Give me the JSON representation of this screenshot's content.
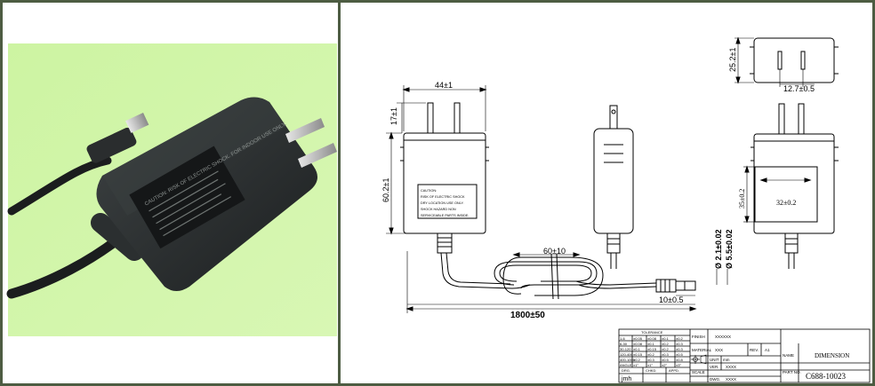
{
  "photo": {
    "background_color": "#c8f29a",
    "product_label": "CAUTION: RISK OF ELECTRIC SHOCK. FOR INDOOR USE ONLY."
  },
  "drawing": {
    "dims": {
      "width": "44±1",
      "prong_len": "17±1",
      "height": "60.2±1",
      "top_depth": "25.2±1",
      "prong_spacing": "12.7±0.5",
      "label_w": "32±0.2",
      "label_h": "35±0.2",
      "coil": "60±10",
      "cord": "1800±50",
      "plug_len": "10±0.5",
      "plug_id": "Ø 2.1±0.02",
      "plug_od": "Ø 5.5±0.02"
    },
    "caution_lines": [
      "CAUTION:",
      "RISK OF ELECTRIC SHOCK",
      "DRY LOCATION USE ONLY.",
      "SHOCK HAZARD NON",
      "SERVICEABLE PARTS INSIDE."
    ],
    "title_block": {
      "tolerance_header": "TOLERANCE",
      "tol_rows": [
        [
          "1-6",
          "±0.05",
          "±0.08",
          "±0.1",
          "±0.2"
        ],
        [
          "6-30",
          "±0.08",
          "±0.1",
          "±0.2",
          "±0.3"
        ],
        [
          "30-120",
          "±0.1",
          "±0.15",
          "±0.2",
          "±0.3"
        ],
        [
          "120-400",
          "±0.15",
          "±0.2",
          "±0.3",
          "±0.5"
        ],
        [
          "400-1000",
          "±0.2",
          "±0.3",
          "±0.5",
          "±0.8"
        ],
        [
          "ANGLE",
          "±1°",
          "±1°",
          "±2°",
          "±3°"
        ]
      ],
      "sign_row": [
        "DRG.",
        "CHKD.",
        "APPD."
      ],
      "signer": "jmh",
      "finish_label": "FINISH",
      "finish_value": "XXXXXX",
      "material_label": "MATERIAL",
      "material_value": "XXX",
      "rev_label": "REV.",
      "rev_value": "A1",
      "unit_label": "UNIT",
      "unit_value": "mm",
      "scale_label": "SCALE",
      "ver_label": "VER.",
      "ver_value": "XXXX",
      "dwg_label": "DWG.",
      "dwg_value": "XXXX",
      "name_label": "NAME",
      "name_value": "DIMENSION",
      "part_label": "PART NO.",
      "part_value": "C688-10023"
    }
  }
}
